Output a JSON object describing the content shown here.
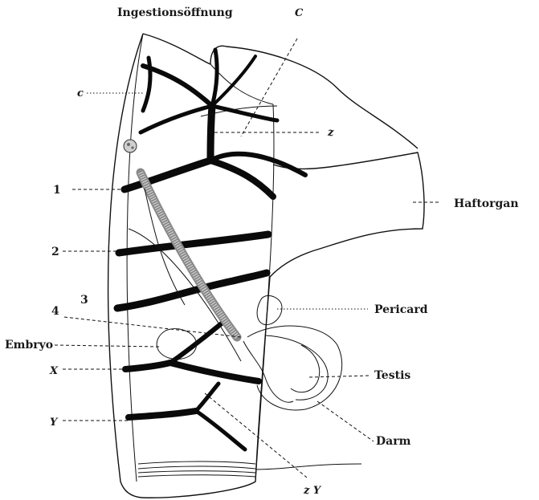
{
  "labels": {
    "ingestion": "Ingestionsöffnung",
    "C_upper": "C",
    "c_lower": "c",
    "z": "z",
    "one": "1",
    "two": "2",
    "three": "3",
    "four": "4",
    "embryo": "Embryo",
    "X": "X",
    "Y": "Y",
    "zY": "z Y",
    "haftorgan": "Haftorgan",
    "pericard": "Pericard",
    "testis": "Testis",
    "darm": "Darm"
  }
}
